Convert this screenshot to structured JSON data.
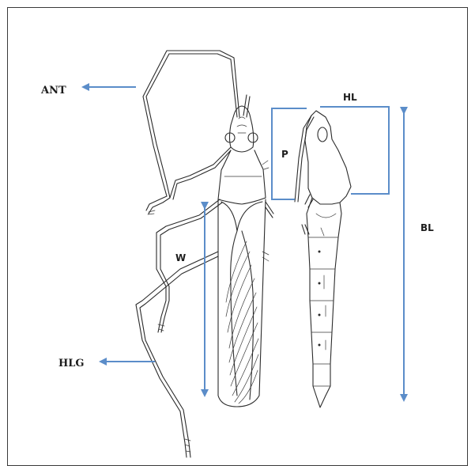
{
  "figure": {
    "labels": {
      "antenna": "ANT",
      "hind_leg": "HLG",
      "width": "W",
      "pronotum": "P",
      "head_length": "HL",
      "body_length": "BL"
    },
    "colors": {
      "measurement_arrows": "#5b8dc9",
      "line_art": "#2b2b2b",
      "frame_border": "#3a3a3a",
      "background": "#ffffff"
    }
  }
}
